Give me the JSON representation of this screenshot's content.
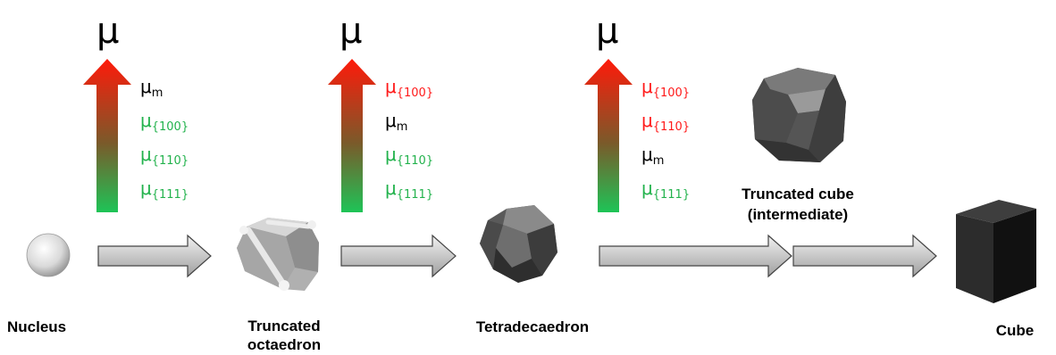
{
  "potential_symbol": "μ",
  "columns": [
    {
      "items": [
        {
          "base": "μ",
          "sub": "m",
          "color": "#000000"
        },
        {
          "base": "μ",
          "sub": "{100}",
          "color": "#22b24c"
        },
        {
          "base": "μ",
          "sub": "{110}",
          "color": "#22b24c"
        },
        {
          "base": "μ",
          "sub": "{111}",
          "color": "#22b24c"
        }
      ]
    },
    {
      "items": [
        {
          "base": "μ",
          "sub": "{100}",
          "color": "#ff1a1a"
        },
        {
          "base": "μ",
          "sub": "m",
          "color": "#000000"
        },
        {
          "base": "μ",
          "sub": "{110}",
          "color": "#22b24c"
        },
        {
          "base": "μ",
          "sub": "{111}",
          "color": "#22b24c"
        }
      ]
    },
    {
      "items": [
        {
          "base": "μ",
          "sub": "{100}",
          "color": "#ff1a1a"
        },
        {
          "base": "μ",
          "sub": "{110}",
          "color": "#ff1a1a"
        },
        {
          "base": "μ",
          "sub": "m",
          "color": "#000000"
        },
        {
          "base": "μ",
          "sub": "{111}",
          "color": "#22b24c"
        }
      ]
    }
  ],
  "stages": {
    "nucleus": "Nucleus",
    "truncated_octaedron": [
      "Truncated",
      "octaedron"
    ],
    "tetradecaedron": "Tetradecaedron",
    "truncated_cube": [
      "Truncated cube",
      "(intermediate)"
    ],
    "cube": "Cube"
  },
  "colors": {
    "high": "#ff1a1a",
    "low": "#22b24c",
    "neutral": "#000000"
  }
}
